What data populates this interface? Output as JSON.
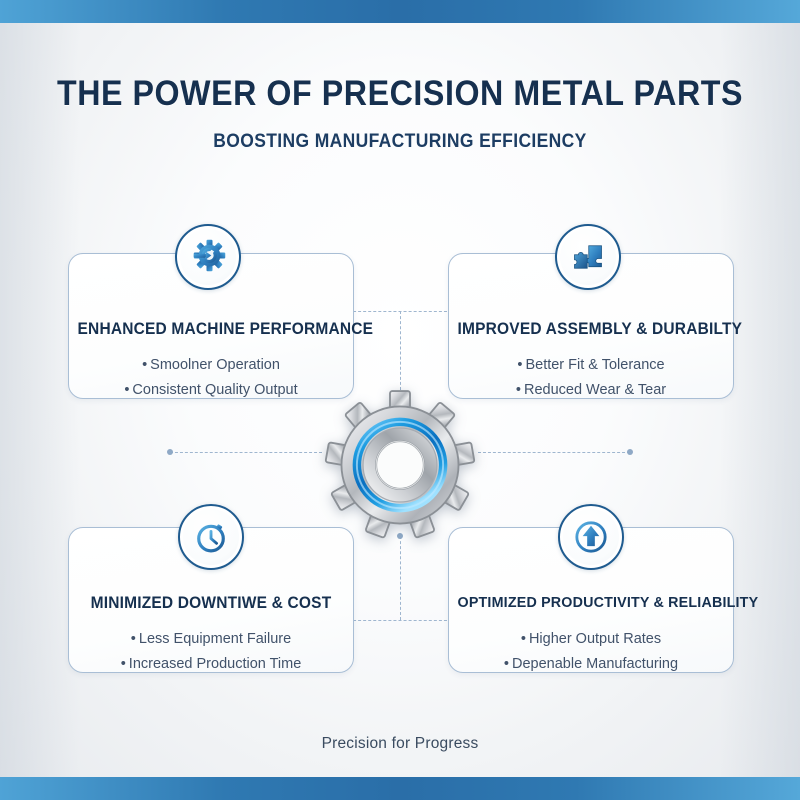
{
  "header": {
    "title": "THE POWER OF PRECISION METAL PARTS",
    "subtitle": "BOOSTING MANUFACTURING EFFICIENCY"
  },
  "footer": {
    "tagline": "Precision for Progress"
  },
  "theme": {
    "band_blue": "#2a6ea8",
    "title_navy": "#16304f",
    "card_border": "#a9bed5",
    "icon_blue": "#2f7fbf",
    "connector": "#9fb6cf",
    "gear_silver": "#c9ccd0",
    "gear_ring_blue": "#0b8fdb"
  },
  "center": {
    "icon": "gear-icon"
  },
  "cards": [
    {
      "id": "enhanced-machine-performance",
      "icon": "gear-settings-icon",
      "title": "ENHANCED MACHINE PERFORMANCE",
      "bullets": [
        "Smoolner Operation",
        "Consistent Quality Output"
      ]
    },
    {
      "id": "improved-assembly-durability",
      "icon": "puzzle-pieces-icon",
      "title": "IMPROVED ASSEMBLY & DURABILTY",
      "bullets": [
        "Better Fit & Tolerance",
        "Reduced Wear & Tear"
      ]
    },
    {
      "id": "minimized-downtime-cost",
      "icon": "stopwatch-icon",
      "title": "MINIMIZED DOWNTIWE & COST",
      "bullets": [
        "Less Equipment Failure",
        "Increased Production Time"
      ]
    },
    {
      "id": "optimized-productivity-reliability",
      "icon": "up-arrow-circle-icon",
      "title": "OPTIMIZED PRODUCTIVITY & RELIABILITY",
      "bullets": [
        "Higher Output Rates",
        "Depenable Manufacturing"
      ]
    }
  ],
  "bullet_marker": "•"
}
